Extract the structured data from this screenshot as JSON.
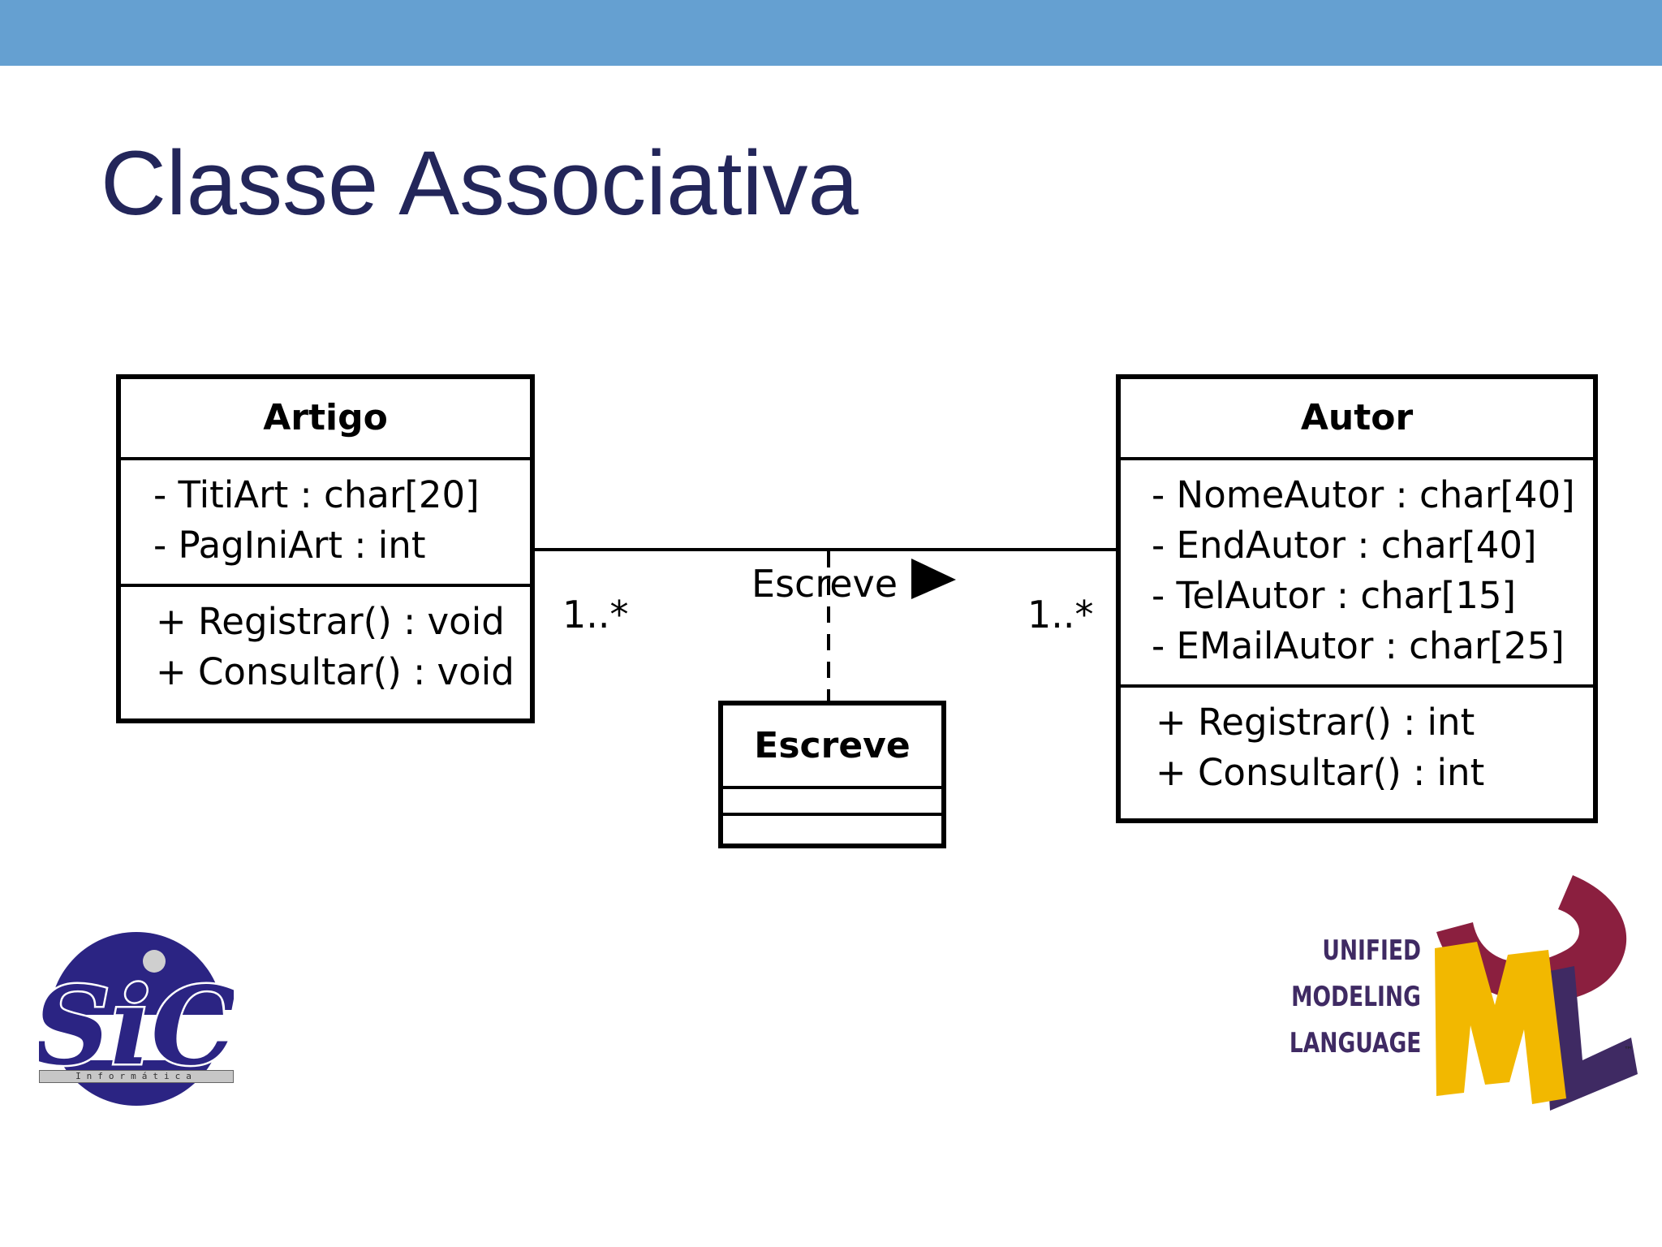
{
  "slide": {
    "title": "Classe Associativa"
  },
  "diagram": {
    "classes": [
      {
        "name": "Artigo",
        "attributes": [
          "- TitiArt : char[20]",
          "- PagIniArt : int"
        ],
        "operations": [
          "+ Registrar() : void",
          "+ Consultar() : void"
        ]
      },
      {
        "name": "Autor",
        "attributes": [
          "- NomeAutor : char[40]",
          "- EndAutor : char[40]",
          "- TelAutor : char[15]",
          "- EMailAutor : char[25]"
        ],
        "operations": [
          "+ Registrar() : int",
          "+ Consultar() : int"
        ]
      },
      {
        "name": "Escreve",
        "attributes": [],
        "operations": []
      }
    ],
    "association": {
      "name": "Escreve",
      "left_multiplicity": "1..*",
      "right_multiplicity": "1..*"
    }
  },
  "logos": {
    "sic": {
      "letters": "SiC",
      "caption": "Informática"
    },
    "uml": {
      "line1": "UNIFIED",
      "line2": "MODELING",
      "line3": "LANGUAGE",
      "trademark": "™"
    }
  },
  "colors": {
    "top_bar": "#65a0d1",
    "title_text": "#23265a",
    "sic_blue": "#2b2483",
    "uml_yellow": "#f2b800",
    "uml_maroon": "#8b1f3f",
    "uml_purple": "#3f2a63"
  }
}
